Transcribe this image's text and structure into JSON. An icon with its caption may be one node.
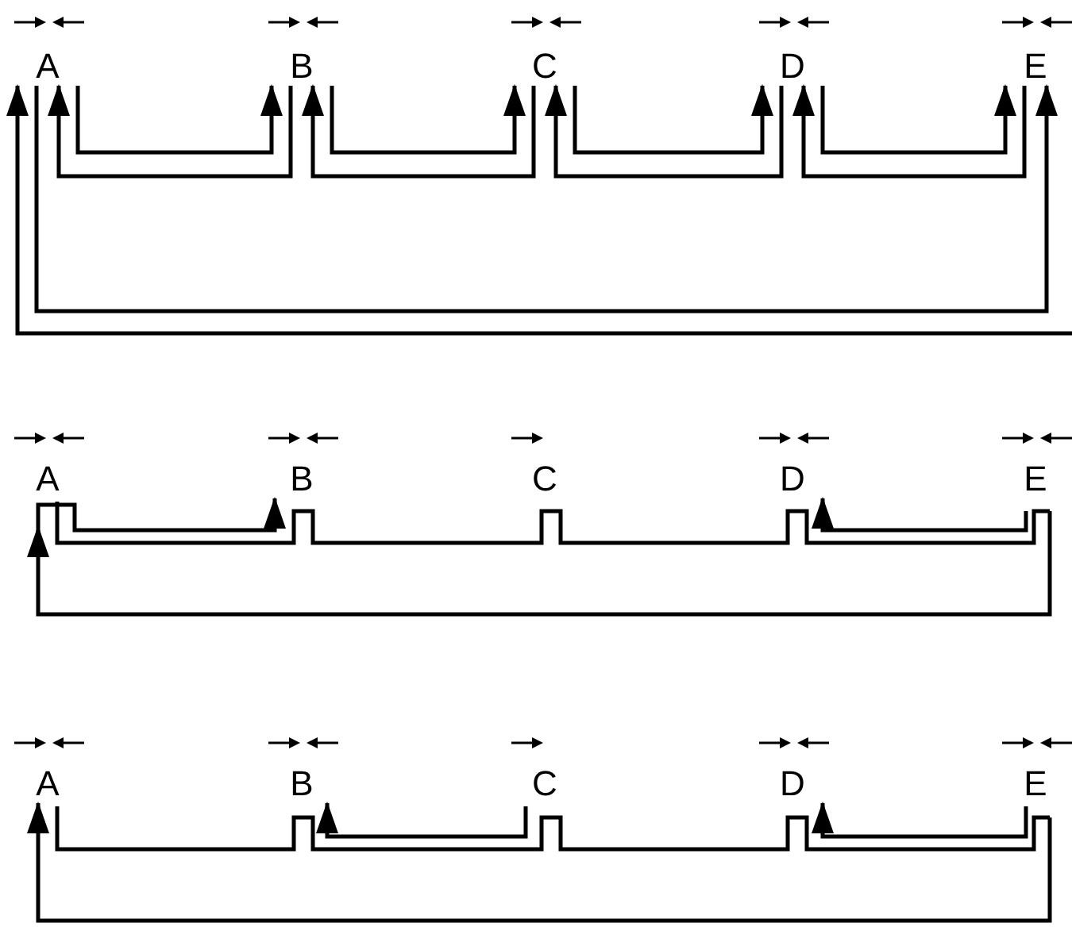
{
  "diagram": {
    "nodes": [
      {
        "text": [
          "A"
        ]
      },
      {
        "text": [
          "B"
        ]
      },
      {
        "text": [
          "C"
        ]
      },
      {
        "text": [
          "D"
        ]
      },
      {
        "text": [
          "E"
        ]
      },
      {
        "text": [
          "A"
        ]
      },
      {
        "text": [
          "B"
        ]
      },
      {
        "text": [
          "C"
        ]
      },
      {
        "text": [
          "D"
        ]
      },
      {
        "text": [
          "E"
        ]
      },
      {
        "text": [
          "A"
        ]
      },
      {
        "text": [
          "B"
        ]
      },
      {
        "text": [
          "C"
        ]
      },
      {
        "text": [
          "D"
        ]
      },
      {
        "text": [
          "E"
        ]
      }
    ],
    "edges": [
      {
        "from": 0,
        "to": 1,
        "arrow": "to"
      },
      {
        "from": 1,
        "to": 0,
        "arrow": "to"
      },
      {
        "from": 1,
        "to": 2,
        "arrow": "to"
      },
      {
        "from": 2,
        "to": 1,
        "arrow": "to"
      },
      {
        "from": 2,
        "to": 3,
        "arrow": "to"
      },
      {
        "from": 3,
        "to": 2,
        "arrow": "to"
      },
      {
        "from": 3,
        "to": 4,
        "arrow": "to"
      },
      {
        "from": 4,
        "to": 3,
        "arrow": "to"
      },
      {
        "from": 0,
        "to": 4,
        "arrow": "to"
      },
      {
        "from": null,
        "to": 0,
        "arrow": "to"
      },
      {
        "from": 5,
        "to": 9,
        "arrow": "none"
      },
      {
        "from": 9,
        "to": 5,
        "arrow": "to"
      },
      {
        "from": 5,
        "to": 6,
        "arrow": "to"
      },
      {
        "from": 9,
        "to": 8,
        "arrow": "to"
      },
      {
        "from": 10,
        "to": 14,
        "arrow": "none"
      },
      {
        "from": 14,
        "to": 10,
        "arrow": "to"
      },
      {
        "from": 12,
        "to": 11,
        "arrow": "to"
      },
      {
        "from": 14,
        "to": 13,
        "arrow": "to"
      }
    ]
  }
}
